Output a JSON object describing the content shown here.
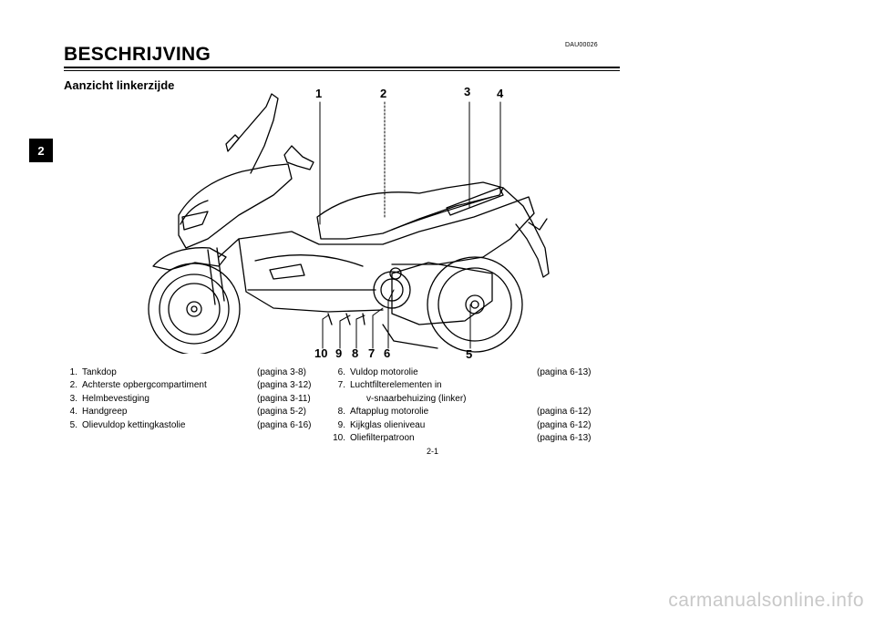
{
  "section_tab": "2",
  "doc_code": "DAU00026",
  "title": "BESCHRIJVING",
  "subtitle": "Aanzicht linkerzijde",
  "callouts": [
    "1",
    "2",
    "3",
    "4",
    "5",
    "6",
    "7",
    "8",
    "9",
    "10"
  ],
  "legend_left": [
    {
      "num": "1.",
      "label": "Tankdop",
      "page": "(pagina 3-8)"
    },
    {
      "num": "2.",
      "label": "Achterste opbergcompartiment",
      "page": "(pagina 3-12)"
    },
    {
      "num": "3.",
      "label": "Helmbevestiging",
      "page": "(pagina 3-11)"
    },
    {
      "num": "4.",
      "label": "Handgreep",
      "page": "(pagina 5-2)"
    },
    {
      "num": "5.",
      "label": "Olievuldop kettingkastolie",
      "page": "(pagina 6-16)"
    }
  ],
  "legend_right": [
    {
      "num": "6.",
      "label": "Vuldop motorolie",
      "page": "(pagina 6-13)"
    },
    {
      "num": "7.",
      "label": "Luchtfilterelementen in",
      "page": ""
    },
    {
      "num": "",
      "label": "v-snaarbehuizing (linker)",
      "page": ""
    },
    {
      "num": "8.",
      "label": "Aftapplug motorolie",
      "page": "(pagina 6-12)"
    },
    {
      "num": "9.",
      "label": "Kijkglas olieniveau",
      "page": "(pagina 6-12)"
    },
    {
      "num": "10.",
      "label": "Oliefilterpatroon",
      "page": "(pagina 6-13)"
    }
  ],
  "page_number": "2-1",
  "footer_url": "carmanualsonline.info"
}
